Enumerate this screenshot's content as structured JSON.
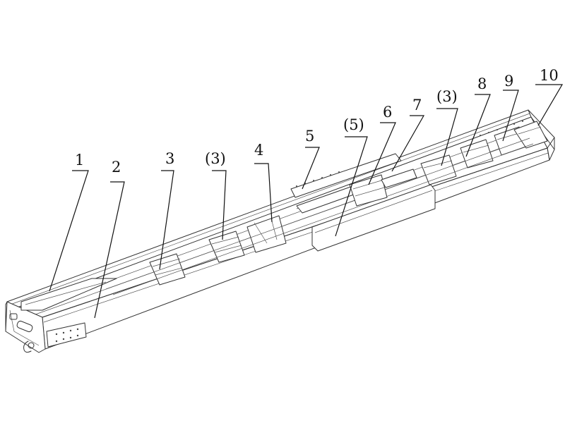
{
  "labels": {
    "l1": "1",
    "l2": "2",
    "l3": "3",
    "l3a": "(3)",
    "l4": "4",
    "l5": "5",
    "l5a": "(5)",
    "l6": "6",
    "l7": "7",
    "l3b": "(3)",
    "l8": "8",
    "l9": "9",
    "l10": "10"
  }
}
